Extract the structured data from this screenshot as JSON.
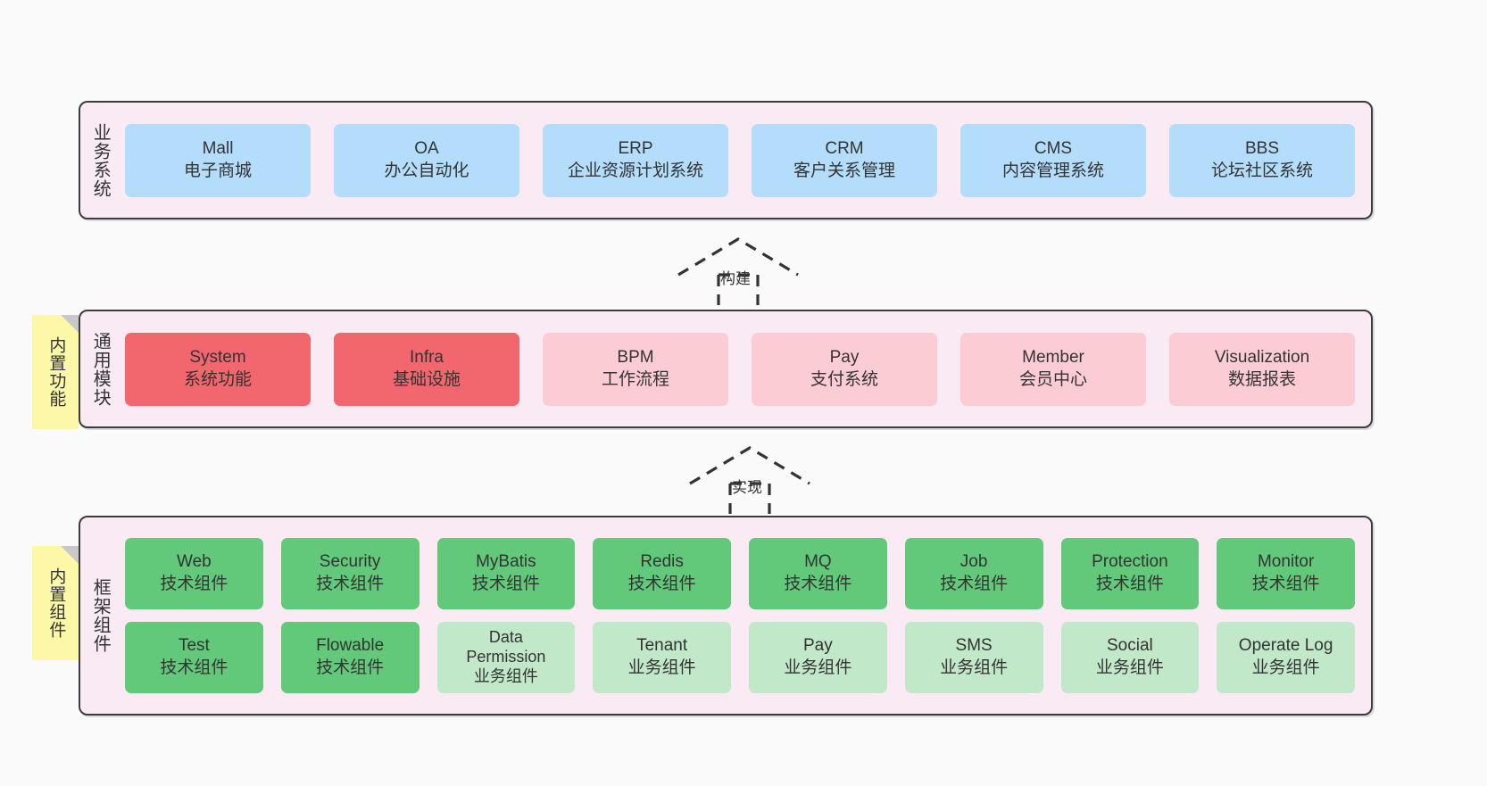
{
  "diagram": {
    "background": "#fafafa",
    "layer_fill": "#f9eaf4",
    "layer_border": "#3c3c3c",
    "note_fill": "#fcf8a8"
  },
  "business_layer": {
    "label": "业务系统",
    "card_color": "#b3ddfb",
    "cards": [
      {
        "title": "Mall",
        "subtitle": "电子商城"
      },
      {
        "title": "OA",
        "subtitle": "办公自动化"
      },
      {
        "title": "ERP",
        "subtitle": "企业资源计划系统"
      },
      {
        "title": "CRM",
        "subtitle": "客户关系管理"
      },
      {
        "title": "CMS",
        "subtitle": "内容管理系统"
      },
      {
        "title": "BBS",
        "subtitle": "论坛社区系统"
      }
    ]
  },
  "build_arrow": {
    "label": "构建"
  },
  "module_layer": {
    "label": "通用模块",
    "note": "内置功能",
    "card_color_primary": "#f2666e",
    "card_color_secondary": "#fbccd4",
    "cards": [
      {
        "title": "System",
        "subtitle": "系统功能",
        "tone": "primary"
      },
      {
        "title": "Infra",
        "subtitle": "基础设施",
        "tone": "primary"
      },
      {
        "title": "BPM",
        "subtitle": "工作流程",
        "tone": "secondary"
      },
      {
        "title": "Pay",
        "subtitle": "支付系统",
        "tone": "secondary"
      },
      {
        "title": "Member",
        "subtitle": "会员中心",
        "tone": "secondary"
      },
      {
        "title": "Visualization",
        "subtitle": "数据报表",
        "tone": "secondary"
      }
    ]
  },
  "impl_arrow": {
    "label": "实现"
  },
  "framework_layer": {
    "label": "框架组件",
    "note": "内置组件",
    "card_color_tech": "#62c97b",
    "card_color_biz": "#c2e8ca",
    "row1": [
      {
        "title": "Web",
        "subtitle": "技术组件",
        "tone": "tech"
      },
      {
        "title": "Security",
        "subtitle": "技术组件",
        "tone": "tech"
      },
      {
        "title": "MyBatis",
        "subtitle": "技术组件",
        "tone": "tech"
      },
      {
        "title": "Redis",
        "subtitle": "技术组件",
        "tone": "tech"
      },
      {
        "title": "MQ",
        "subtitle": "技术组件",
        "tone": "tech"
      },
      {
        "title": "Job",
        "subtitle": "技术组件",
        "tone": "tech"
      },
      {
        "title": "Protection",
        "subtitle": "技术组件",
        "tone": "tech"
      },
      {
        "title": "Monitor",
        "subtitle": "技术组件",
        "tone": "tech"
      }
    ],
    "row2": [
      {
        "title": "Test",
        "subtitle": "技术组件",
        "tone": "tech"
      },
      {
        "title": "Flowable",
        "subtitle": "技术组件",
        "tone": "tech"
      },
      {
        "title": "Data Permission",
        "subtitle": "业务组件",
        "tone": "biz"
      },
      {
        "title": "Tenant",
        "subtitle": "业务组件",
        "tone": "biz"
      },
      {
        "title": "Pay",
        "subtitle": "业务组件",
        "tone": "biz"
      },
      {
        "title": "SMS",
        "subtitle": "业务组件",
        "tone": "biz"
      },
      {
        "title": "Social",
        "subtitle": "业务组件",
        "tone": "biz"
      },
      {
        "title": "Operate Log",
        "subtitle": "业务组件",
        "tone": "biz"
      }
    ]
  }
}
